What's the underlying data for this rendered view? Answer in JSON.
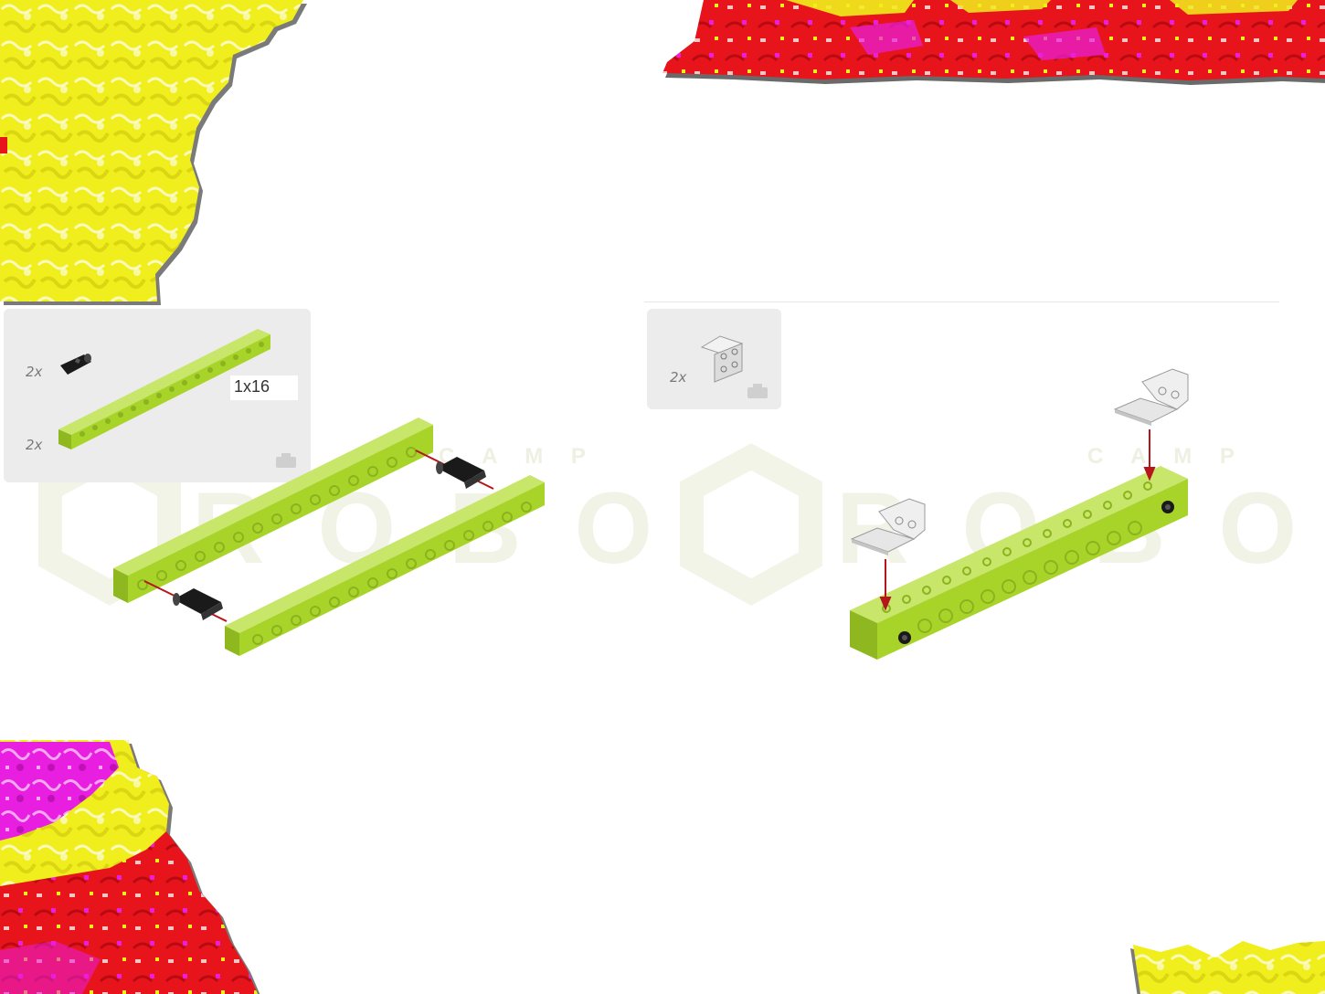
{
  "page": {
    "background": "#ffffff"
  },
  "decorations": {
    "colors": {
      "yellow": "#f0ee1c",
      "red": "#e8141c",
      "magenta": "#e81ee0",
      "shadow": "#8a8a8a"
    },
    "shapes": [
      "top-left-yellow-blob",
      "top-right-red-banner",
      "bottom-left-multicolor-blob",
      "bottom-right-yellow-blob"
    ]
  },
  "watermark": {
    "icon": "hexagon-logo-icon",
    "text": "ROBO",
    "subtext": "C A M P",
    "color": "#f2f4e4"
  },
  "step_left": {
    "parts_panel": {
      "items": [
        {
          "qty": "2x",
          "part": "connector-peg-icon",
          "color": "#1a1a1a"
        },
        {
          "qty": "2x",
          "part": "technic-beam-icon",
          "color": "#a8d42a",
          "size_label": "1x16"
        }
      ]
    },
    "assembly": {
      "parts": [
        "beam-1x16",
        "beam-1x16",
        "connector-peg",
        "connector-peg"
      ],
      "beam_color": "#a8d42a",
      "peg_color": "#1a1a1a",
      "guide_color": "#b5161c"
    }
  },
  "step_right": {
    "parts_panel": {
      "items": [
        {
          "qty": "2x",
          "part": "angle-bracket-icon",
          "color": "#e8e8e8"
        }
      ]
    },
    "assembly": {
      "parts": [
        "beam-1x16",
        "angle-bracket",
        "angle-bracket"
      ],
      "beam_color": "#a8d42a",
      "bracket_color": "#e6e6e6",
      "arrow_color": "#b5161c"
    }
  }
}
